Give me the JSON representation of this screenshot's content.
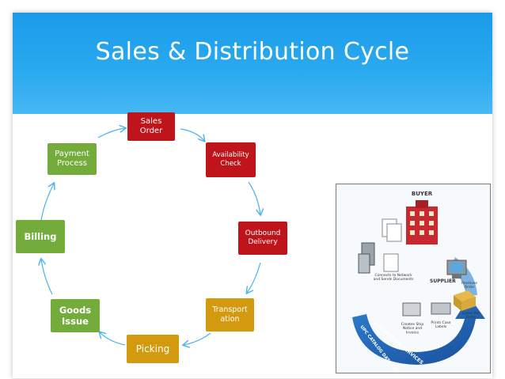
{
  "title": "Sales & Distribution Cycle",
  "cycle": [
    {
      "label": "Sales\nOrder"
    },
    {
      "label": "Availability\nCheck"
    },
    {
      "label": "Outbound\nDelivery"
    },
    {
      "label": "Transport\nation"
    },
    {
      "label": "Picking"
    },
    {
      "label": "Goods\nIssue"
    },
    {
      "label": "Billing"
    },
    {
      "label": "Payment\nProcess"
    }
  ],
  "colors": {
    "red": "#c0141b",
    "green": "#73ac3a",
    "gold": "#d39a10",
    "arrow": "#4ab3ec"
  },
  "illustration": {
    "buyer": "BUYER",
    "supplier": "SUPPLIER",
    "connects": "Connects to Network\nand Sends Documents",
    "receives": "Receives\nOrder",
    "cases": "Cases the\nOrder",
    "prints": "Prints Case\nLabels",
    "creates": "Creates Ship\nNotice and\nInvoice",
    "integration": "INTEGRATION SERVICES",
    "upc": "UPC CATALOG DATA MANAGEMENT"
  }
}
